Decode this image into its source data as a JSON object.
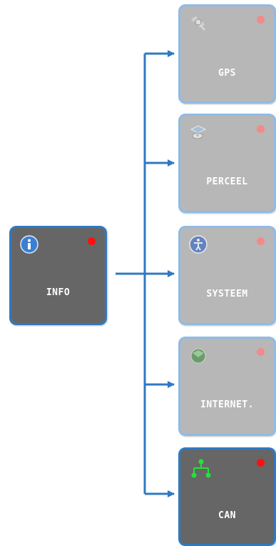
{
  "colors": {
    "accent": "#2f79c2",
    "tile_active": "#666666",
    "tile_inactive": "#b7b7b7",
    "status_red": "#ff1010"
  },
  "source": {
    "label": "INFO",
    "icon": "info-icon"
  },
  "targets": [
    {
      "label": "GPS",
      "icon": "satellite-icon",
      "active": false
    },
    {
      "label": "PERCEEL",
      "icon": "field-map-icon",
      "active": false
    },
    {
      "label": "SYSTEEM",
      "icon": "accessibility-icon",
      "active": false
    },
    {
      "label": "INTERNET.",
      "icon": "globe-icon",
      "active": false
    },
    {
      "label": "CAN",
      "icon": "network-icon",
      "active": true
    }
  ]
}
